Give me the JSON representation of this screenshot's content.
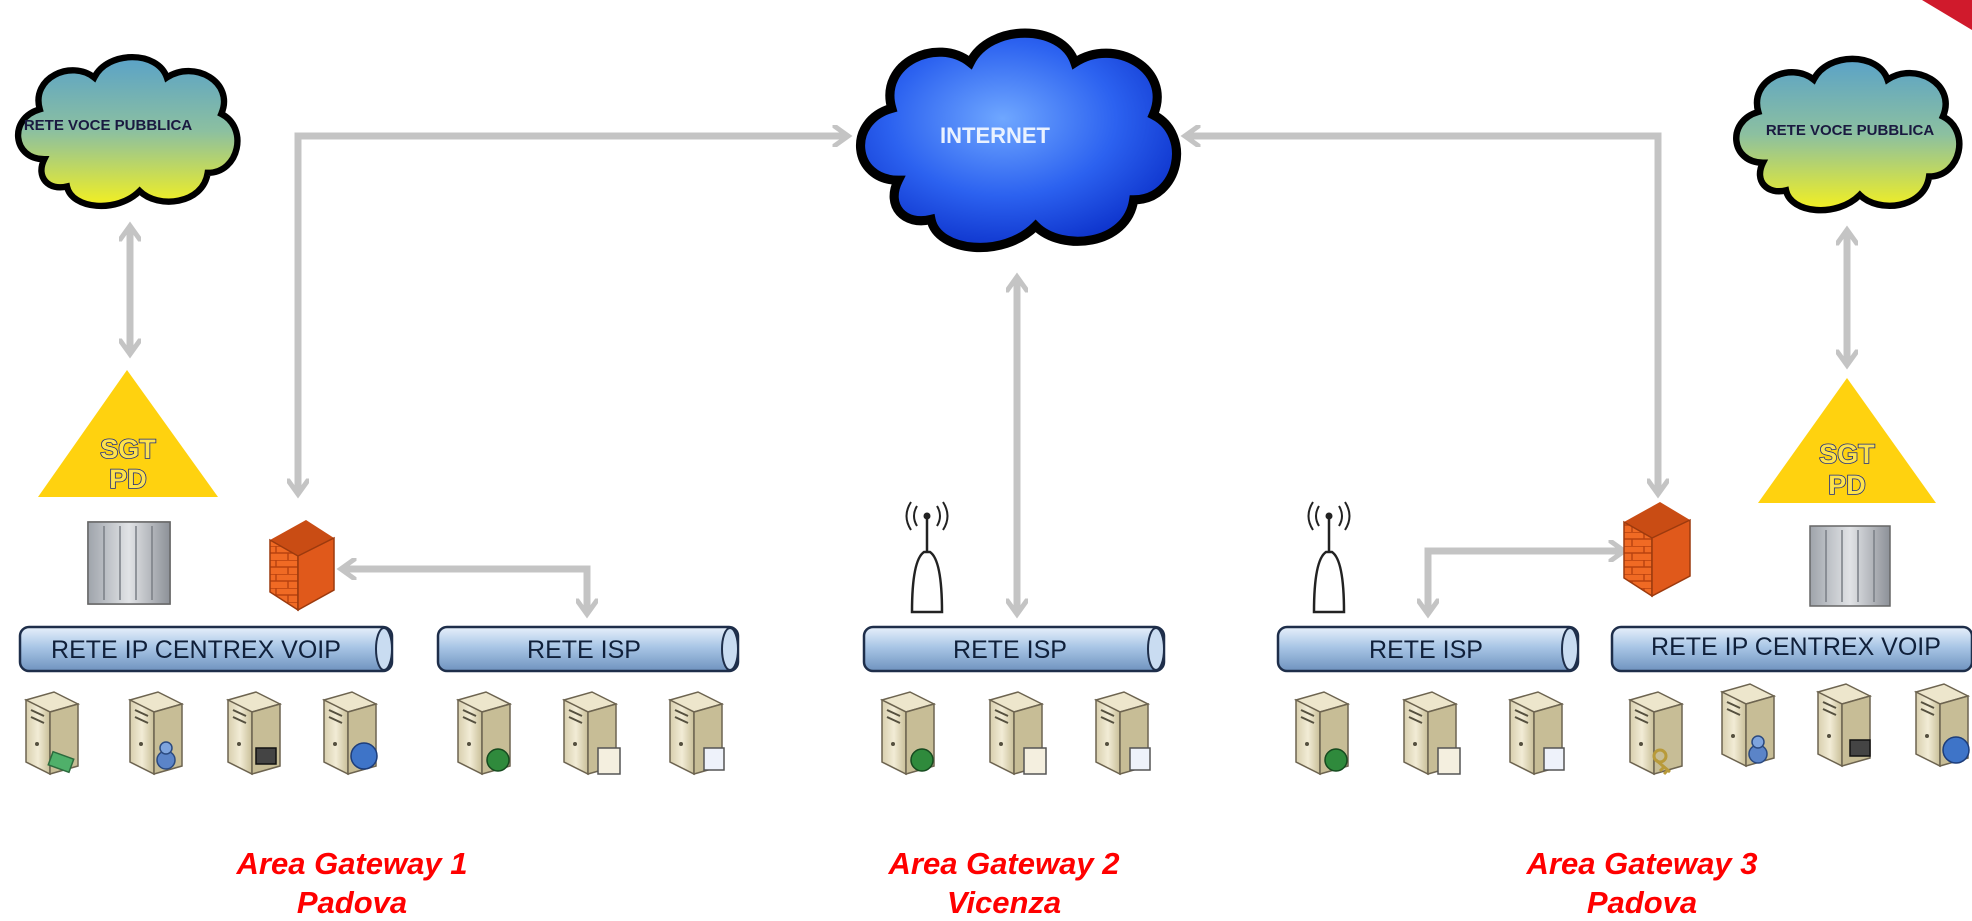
{
  "clouds": {
    "internet": "INTERNET",
    "pstn_left": "RETE VOCE PUBBLICA",
    "pstn_right": "RETE VOCE PUBBLICA"
  },
  "gateways": {
    "left": {
      "line1": "SGT",
      "line2": "PD"
    },
    "right": {
      "line1": "SGT",
      "line2": "PD"
    }
  },
  "buses": {
    "centrex_left": "RETE IP CENTREX VOIP",
    "isp_1": "RETE ISP",
    "isp_2": "RETE ISP",
    "isp_3": "RETE ISP",
    "centrex_right": "RETE IP CENTREX VOIP"
  },
  "areas": [
    {
      "title": "Area Gateway 1",
      "city": "Padova"
    },
    {
      "title": "Area Gateway 2",
      "city": "Vicenza"
    },
    {
      "title": "Area Gateway 3",
      "city": "Padova"
    }
  ],
  "colors": {
    "arrow": "#c4c4c4",
    "area_text": "#ff0000",
    "internet_cloud": "#1748e8",
    "pstn_cloud": "#d8ec3a",
    "firewall": "#f06a24",
    "gateway": "#ffd20f",
    "bus": "#a9c6e6"
  }
}
